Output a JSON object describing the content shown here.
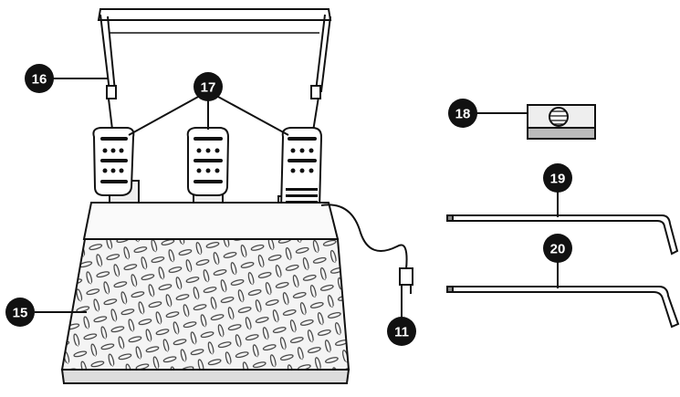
{
  "callouts": [
    {
      "id": "label-16",
      "text": "16"
    },
    {
      "id": "label-17",
      "text": "17"
    },
    {
      "id": "label-18",
      "text": "18"
    },
    {
      "id": "label-19",
      "text": "19"
    },
    {
      "id": "label-20",
      "text": "20"
    },
    {
      "id": "label-15",
      "text": "15"
    },
    {
      "id": "label-11",
      "text": "11"
    }
  ]
}
